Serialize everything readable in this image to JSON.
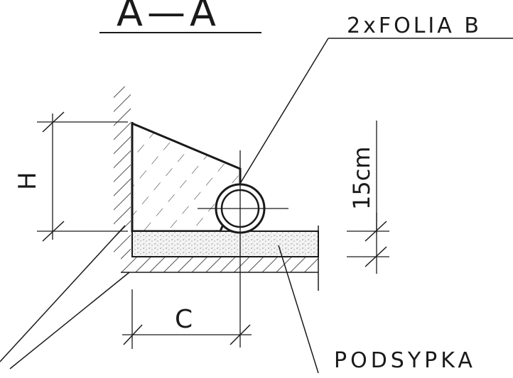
{
  "section": {
    "title": "A—A"
  },
  "callouts": {
    "membrane": "2xFOLIA B",
    "bedding": "PODSYPKA"
  },
  "dimensions": {
    "height": "H",
    "width": "C",
    "layer": "15cm"
  }
}
